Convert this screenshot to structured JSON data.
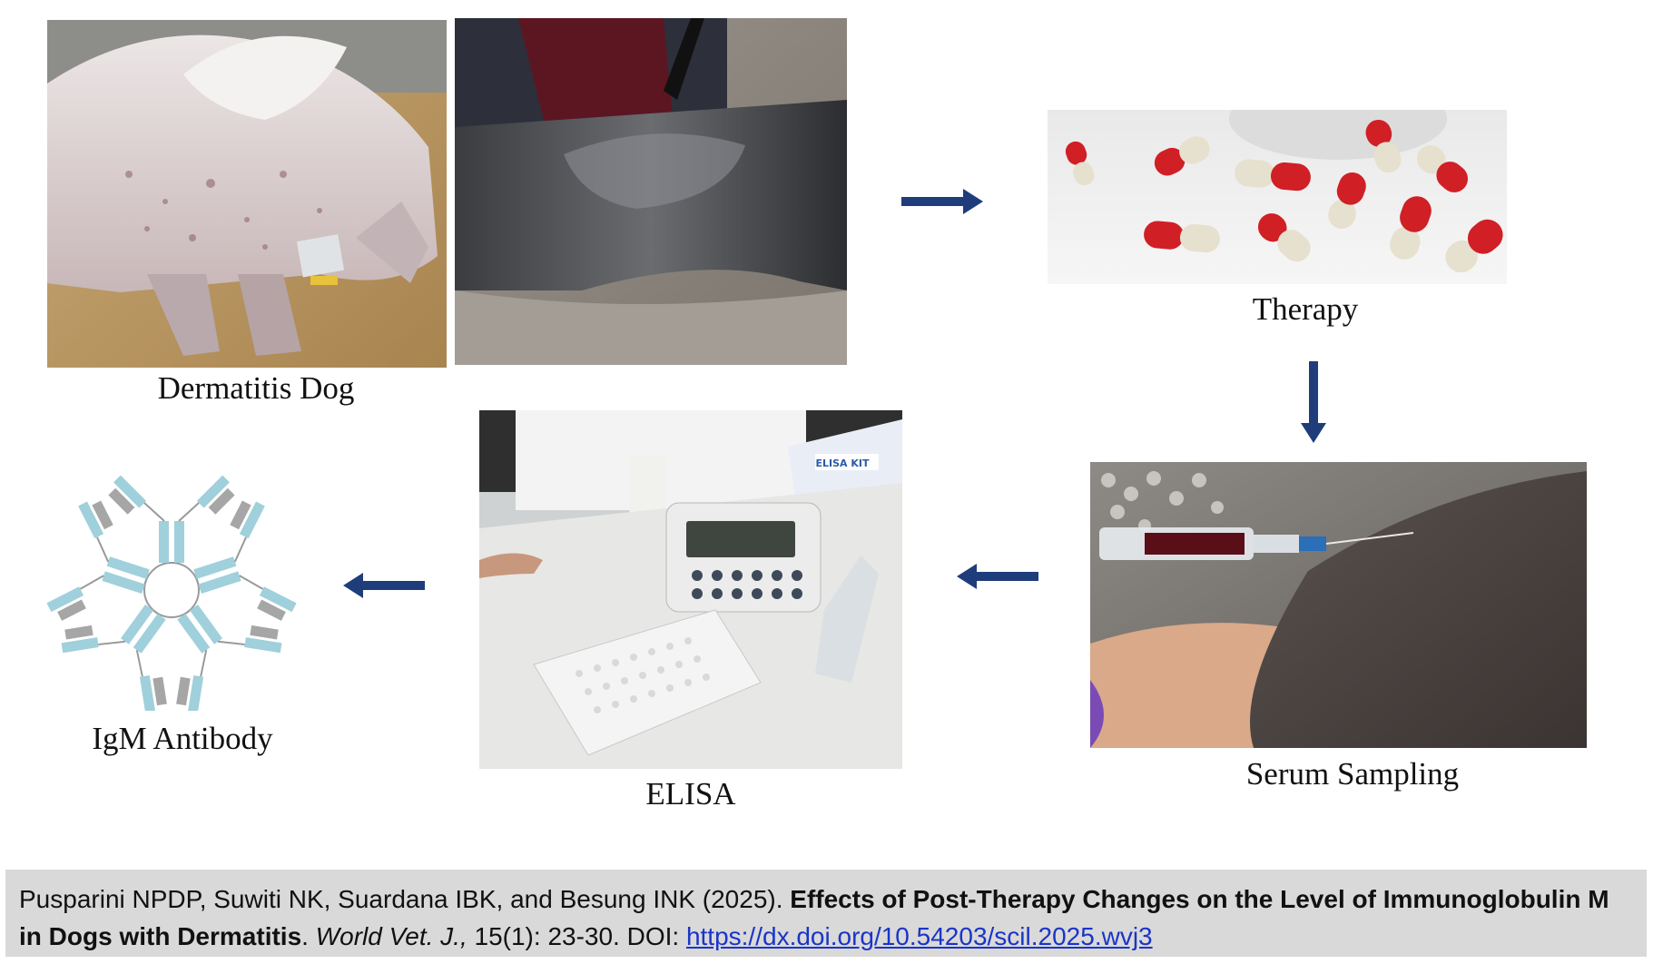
{
  "steps": {
    "dermatitis_dog": "Dermatitis Dog",
    "therapy": "Therapy",
    "serum_sampling": "Serum Sampling",
    "elisa": "ELISA",
    "igm_antibody": "IgM Antibody"
  },
  "photo_text": {
    "elisa_kit": "ELISA KIT"
  },
  "citation": {
    "authors": "Pusparini NPDP, Suwiti NK, Suardana IBK, and Besung INK (2025). ",
    "title": "Effects of Post-Therapy Changes on the Level of Immunoglobulin M in Dogs with Dermatitis",
    "period": ". ",
    "journal": "World Vet. J.,",
    "volume": " 15(1): 23-30. DOI: ",
    "doi_url": "https://dx.doi.org/10.54203/scil.2025.wvj3"
  },
  "colors": {
    "arrow": "#1f3d7a",
    "antibody_blue": "#9fd0dc",
    "antibody_gray": "#a6a6a6",
    "citation_bg": "#d9d9d9",
    "capsule_red": "#d01f25",
    "capsule_cream": "#e6e0cf"
  }
}
